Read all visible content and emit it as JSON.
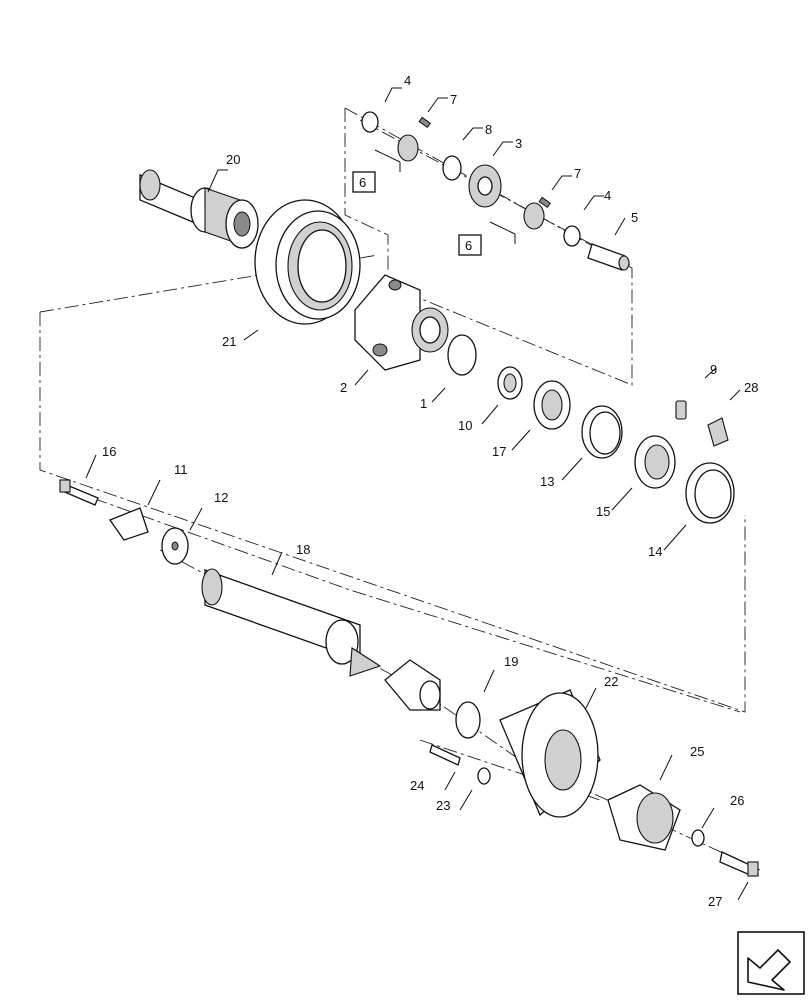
{
  "diagram": {
    "callouts": [
      {
        "id": "c1",
        "text": "1"
      },
      {
        "id": "c2",
        "text": "2"
      },
      {
        "id": "c3",
        "text": "3"
      },
      {
        "id": "c4a",
        "text": "4"
      },
      {
        "id": "c4b",
        "text": "4"
      },
      {
        "id": "c5",
        "text": "5"
      },
      {
        "id": "c6a",
        "text": "6"
      },
      {
        "id": "c6b",
        "text": "6"
      },
      {
        "id": "c7a",
        "text": "7"
      },
      {
        "id": "c7b",
        "text": "7"
      },
      {
        "id": "c8",
        "text": "8"
      },
      {
        "id": "c9",
        "text": "9"
      },
      {
        "id": "c10",
        "text": "10"
      },
      {
        "id": "c11",
        "text": "11"
      },
      {
        "id": "c12",
        "text": "12"
      },
      {
        "id": "c13",
        "text": "13"
      },
      {
        "id": "c14",
        "text": "14"
      },
      {
        "id": "c15",
        "text": "15"
      },
      {
        "id": "c16",
        "text": "16"
      },
      {
        "id": "c17",
        "text": "17"
      },
      {
        "id": "c18",
        "text": "18"
      },
      {
        "id": "c19",
        "text": "19"
      },
      {
        "id": "c20",
        "text": "20"
      },
      {
        "id": "c21",
        "text": "21"
      },
      {
        "id": "c22",
        "text": "22"
      },
      {
        "id": "c23",
        "text": "23"
      },
      {
        "id": "c24",
        "text": "24"
      },
      {
        "id": "c25",
        "text": "25"
      },
      {
        "id": "c26",
        "text": "26"
      },
      {
        "id": "c27",
        "text": "27"
      },
      {
        "id": "c28",
        "text": "28"
      }
    ],
    "nav_icon": "arrow-icon"
  }
}
